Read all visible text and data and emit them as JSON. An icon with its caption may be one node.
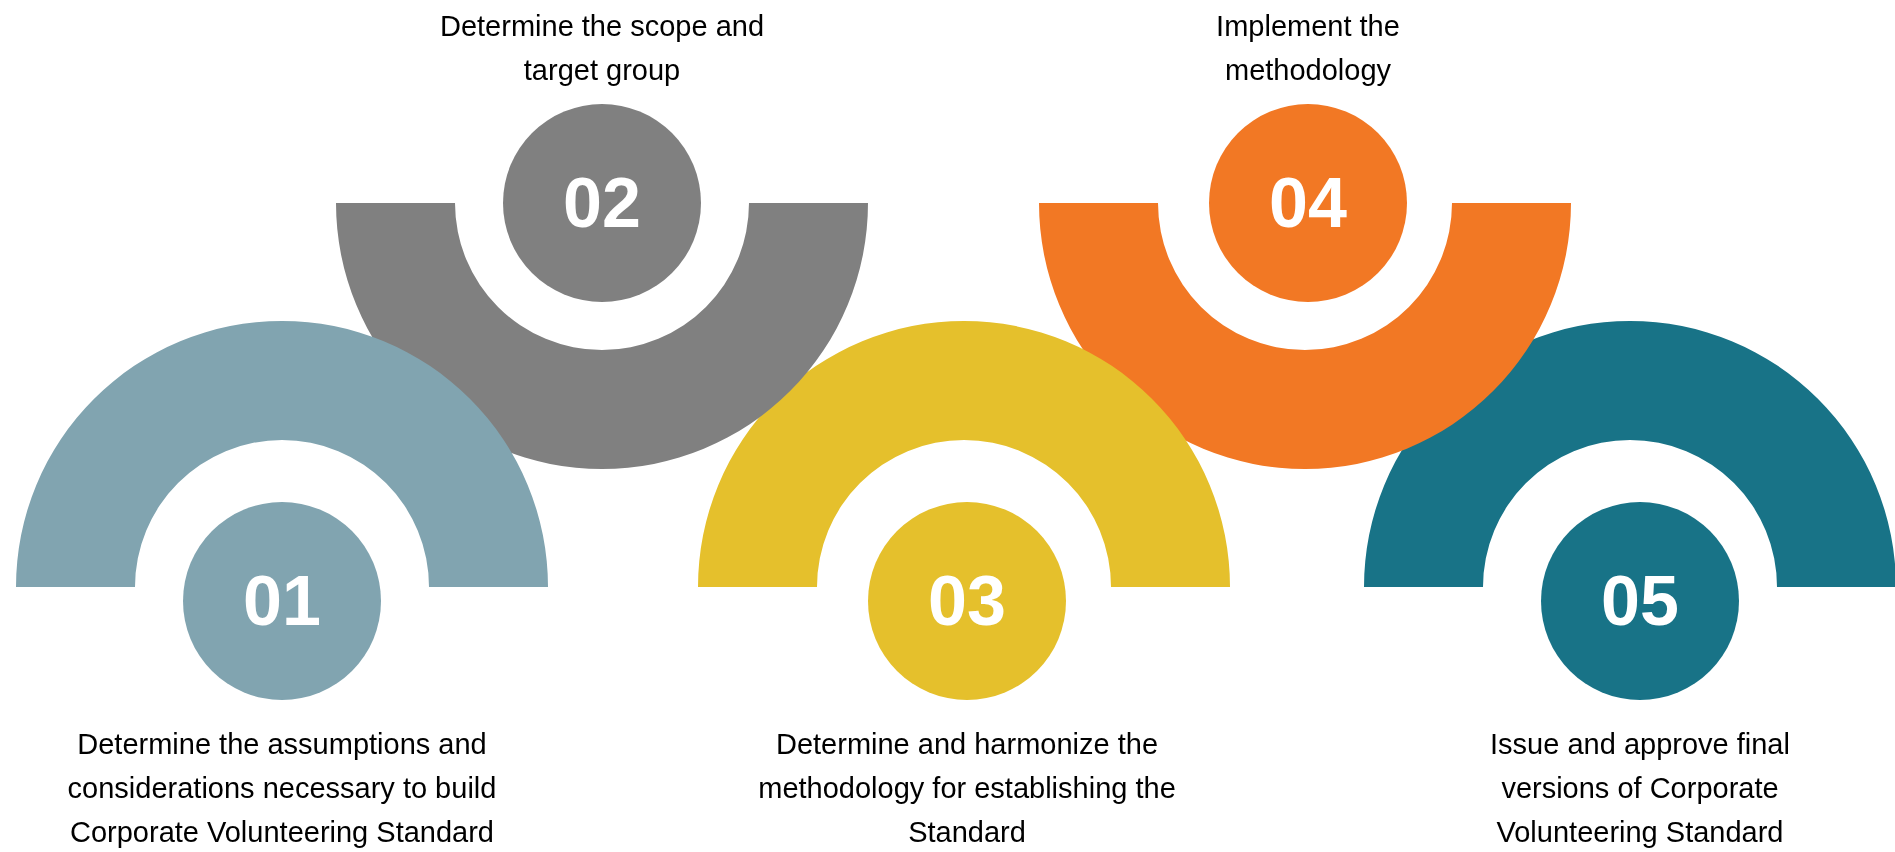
{
  "diagram": {
    "nodes": [
      {
        "text": [
          "01"
        ],
        "beside": [
          "Determine the assumptions and considerations necessary to build Corporate Volunteering Standard"
        ]
      },
      {
        "text": [
          "02"
        ],
        "beside": [
          "Determine the scope and target group"
        ]
      },
      {
        "text": [
          "03"
        ],
        "beside": [
          "Determine and harmonize the methodology for establishing the Standard"
        ]
      },
      {
        "text": [
          "04"
        ],
        "beside": [
          "Implement the methodology"
        ]
      },
      {
        "text": [
          "05"
        ],
        "beside": [
          "Issue and approve final versions of Corporate Volunteering Standard"
        ]
      }
    ]
  }
}
